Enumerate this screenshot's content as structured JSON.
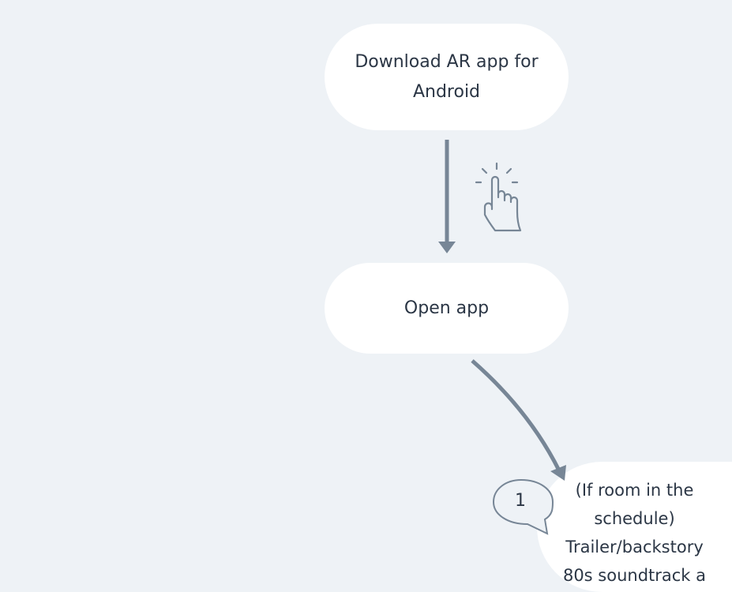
{
  "nodes": [
    {
      "lines": [
        "Download AR app for",
        "Android"
      ]
    },
    {
      "lines": [
        "Open app"
      ]
    },
    {
      "lines": [
        "(If room in the",
        "schedule)",
        "Trailer/backstory",
        "80s soundtrack a"
      ]
    }
  ],
  "comment": {
    "count": "1"
  },
  "icons": {
    "tap": "tap-hand-icon",
    "comment": "comment-bubble-icon"
  },
  "colors": {
    "background": "#eef2f6",
    "connector": "#778696",
    "text": "#2b3645"
  }
}
